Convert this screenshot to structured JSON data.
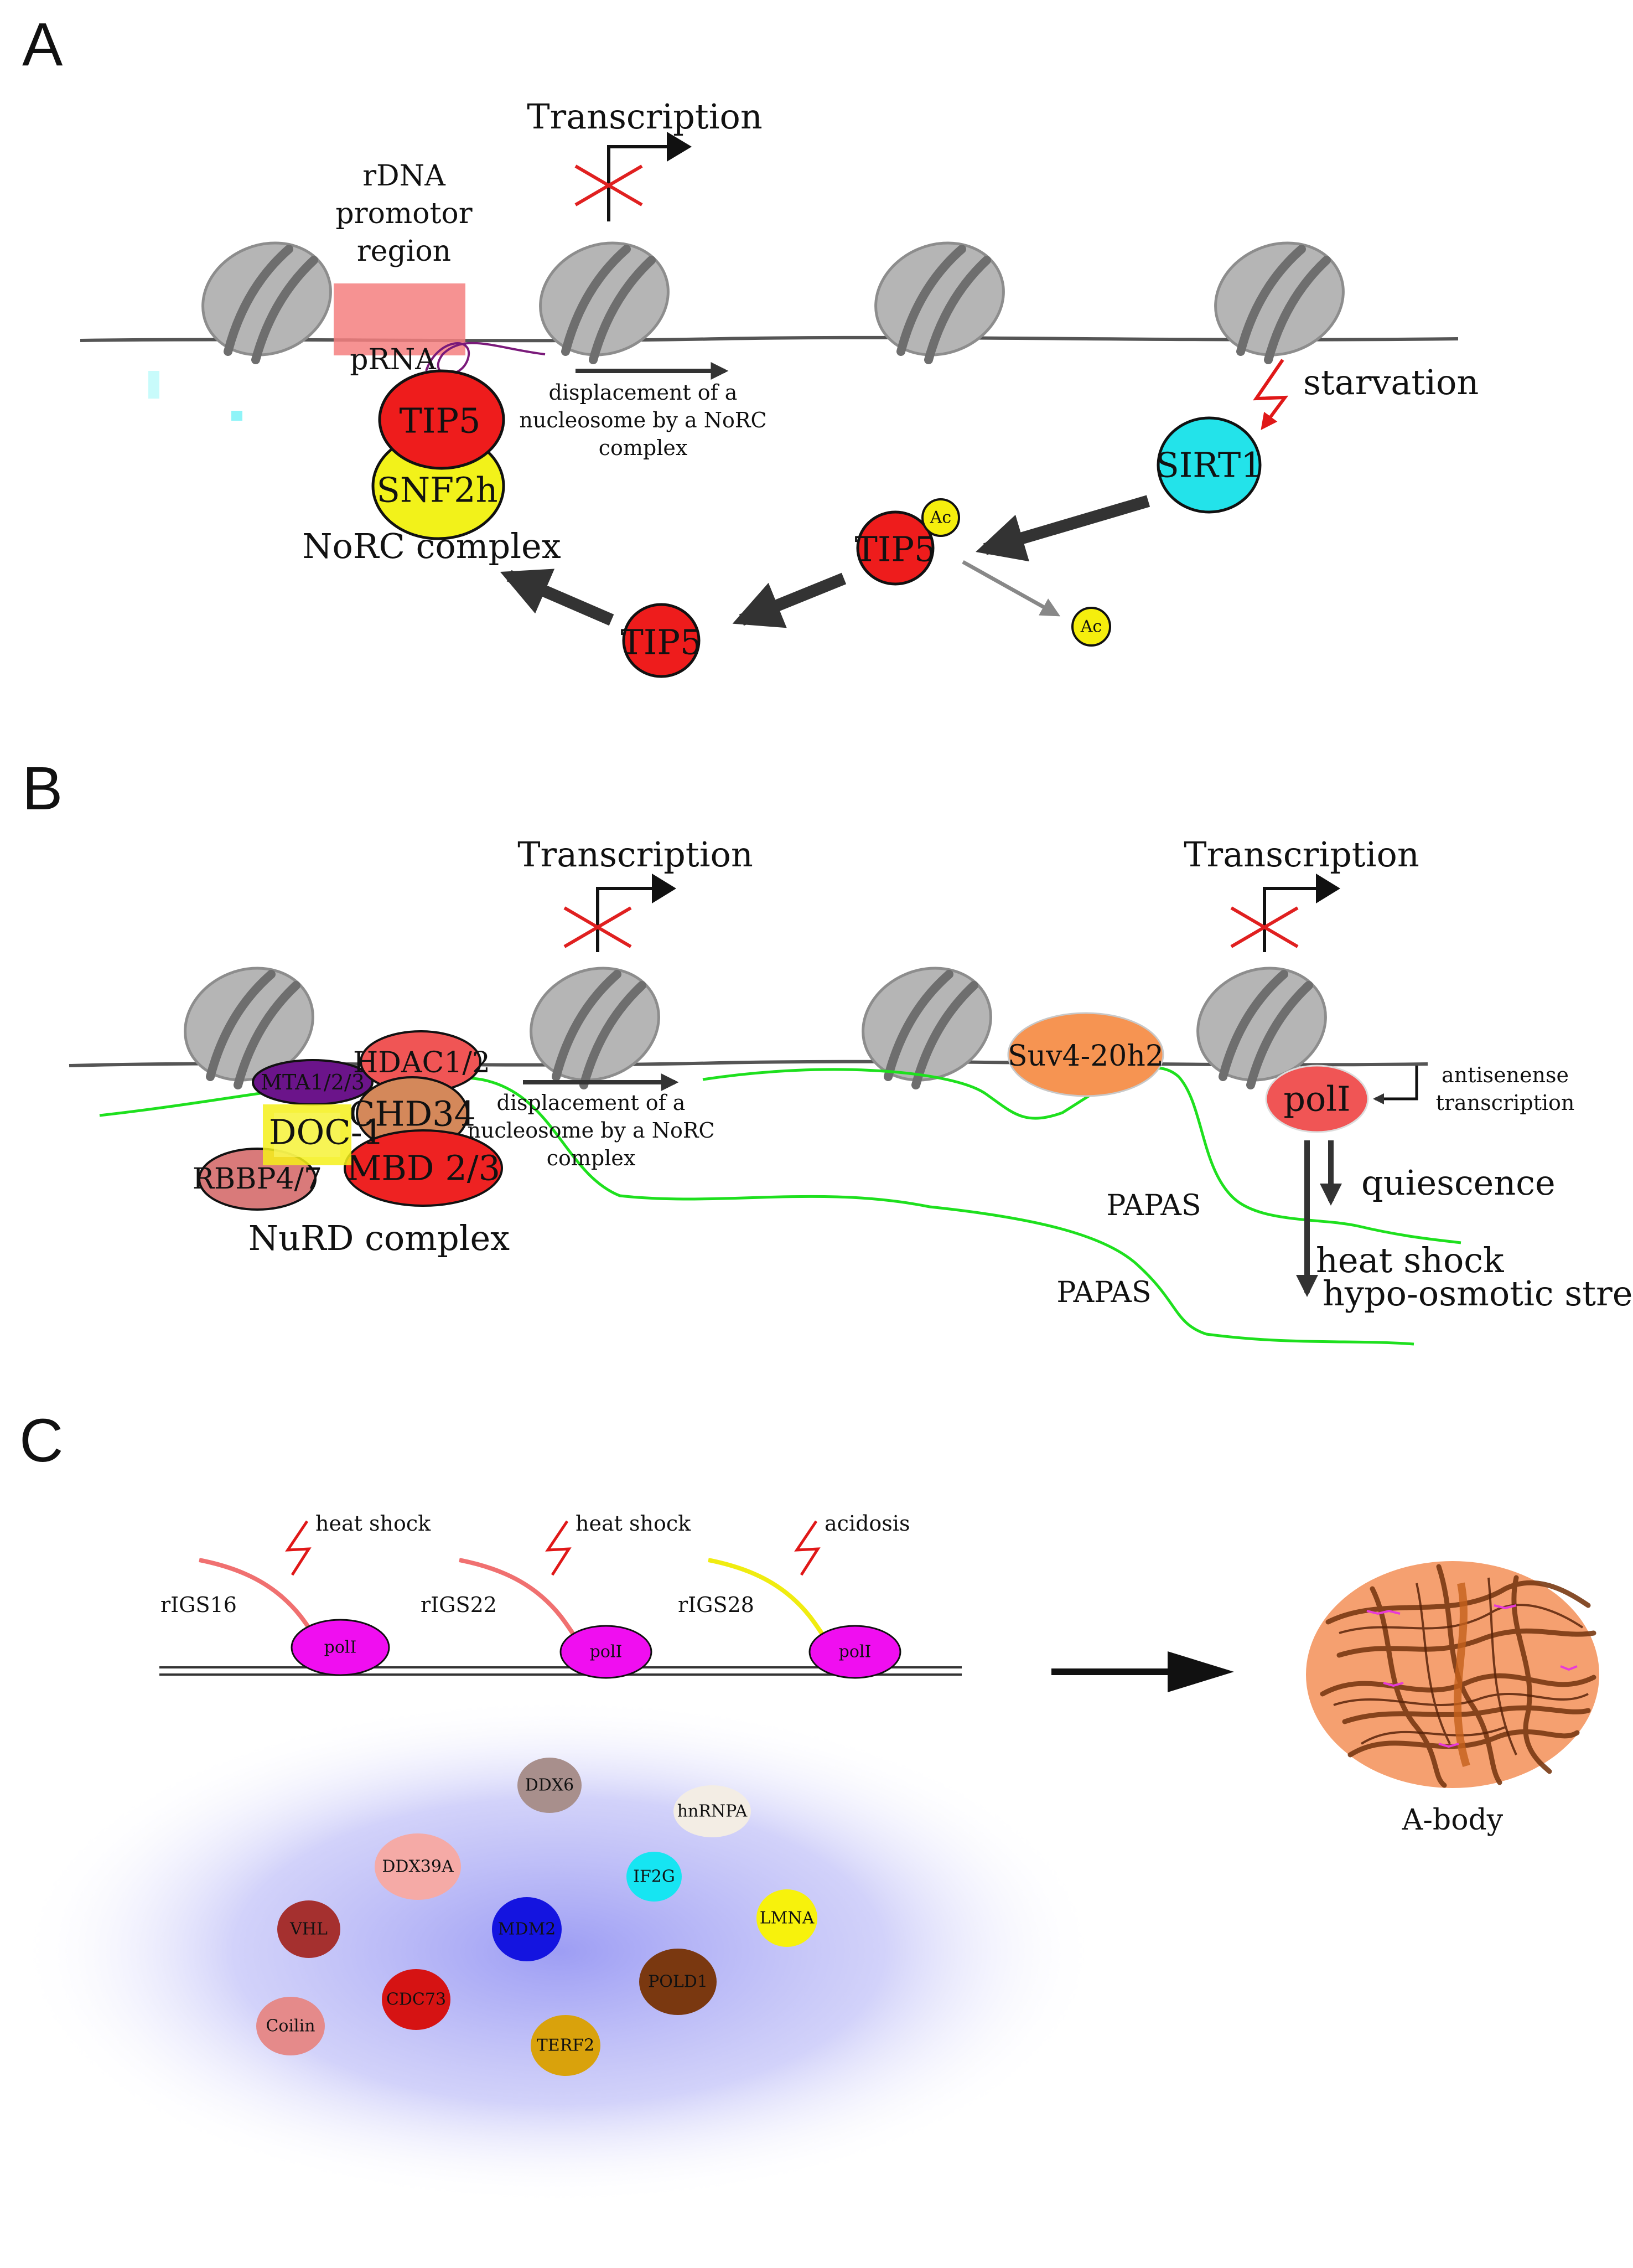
{
  "panel_a": {
    "letter": "A",
    "transcription": "Transcription",
    "rdna_line1": "rDNA",
    "rdna_line2": "promotor",
    "rdna_line3": "region",
    "prna": "pRNA",
    "tip5": "TIP5",
    "snf2h": "SNF2h",
    "norc": "NoRC complex",
    "displacement_line1": "displacement of a",
    "displacement_line2": "nucleosome by a NoRC",
    "displacement_line3": "complex",
    "starvation": "starvation",
    "sirt1": "SIRT1",
    "tip5_acetylated": "TIP5",
    "ac": "Ac",
    "ac_released": "Ac",
    "tip5_free": "TIP5"
  },
  "panel_b": {
    "letter": "B",
    "transcription_left": "Transcription",
    "transcription_right": "Transcription",
    "mta": "MTA1/2/3",
    "hdac": "HDAC1/2",
    "chd": "CHD34",
    "doc": "DOC-1",
    "rbbp": "RBBP4/7",
    "mbd": "MBD 2/3",
    "nurd": "NuRD complex",
    "displacement_line1": "displacement of a",
    "displacement_line2": "nucleosome by a NoRC",
    "displacement_line3": "complex",
    "suv": "Suv4-20h2",
    "pol": "polI",
    "antisense_line1": "antisenense",
    "antisense_line2": "transcription",
    "quiescence": "quiescence",
    "papas_upper": "PAPAS",
    "papas_lower": "PAPAS",
    "heat_shock": "heat shock",
    "hypo_osmotic": "hypo-osmotic stress"
  },
  "panel_c": {
    "letter": "C",
    "stress1": "heat shock",
    "stress2": "heat shock",
    "stress3": "acidosis",
    "rigs16": "rIGS16",
    "rigs22": "rIGS22",
    "rigs28": "rIGS28",
    "pol1": "polI",
    "pol2": "polI",
    "pol3": "polI",
    "abody": "A-body",
    "proteins": [
      {
        "label": "DDX6",
        "color": "#a88f8c"
      },
      {
        "label": "hnRNPA",
        "color": "#f3ede4"
      },
      {
        "label": "DDX39A",
        "color": "#f5aaa6"
      },
      {
        "label": "IF2G",
        "color": "#16e5f2"
      },
      {
        "label": "LMNA",
        "color": "#f7f20c"
      },
      {
        "label": "VHL",
        "color": "#a5302f"
      },
      {
        "label": "MDM2",
        "color": "#1414e0"
      },
      {
        "label": "POLD1",
        "color": "#7a3810"
      },
      {
        "label": "CDC73",
        "color": "#d61313"
      },
      {
        "label": "Coilin",
        "color": "#e58a8a"
      },
      {
        "label": "TERF2",
        "color": "#d9a20c"
      }
    ]
  },
  "colors": {
    "tip5": "#ee1c1c",
    "snf2h": "#f2f21a",
    "sirt1": "#23e3ea",
    "ac": "#f5ee0d",
    "papas": "#1ee01e",
    "suv": "#f69452",
    "pol_b": "#f05555",
    "pol_c": "#f00ef0",
    "abody": "#f5a070"
  }
}
